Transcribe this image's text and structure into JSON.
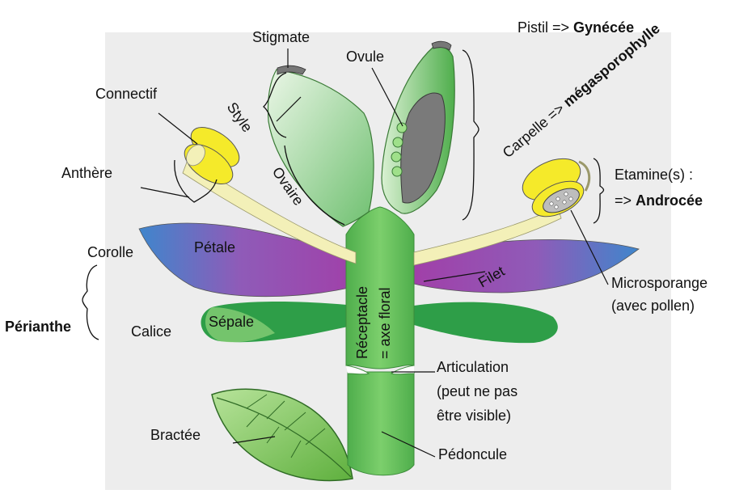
{
  "labels": {
    "stigmate": "Stigmate",
    "ovule": "Ovule",
    "pistil_prefix": "Pistil => ",
    "pistil_bold": "Gynécée",
    "connectif": "Connectif",
    "style": "Style",
    "anthere": "Anthère",
    "ovaire": "Ovaire",
    "carpelle_prefix": "Carpelle => ",
    "carpelle_bold": "mégasporophylle",
    "etamine_line1": "Etamine(s) :",
    "etamine_prefix": "=> ",
    "etamine_bold": "Androcée",
    "corolle": "Corolle",
    "petale": "Pétale",
    "receptacle_line1": "Réceptacle",
    "receptacle_line2": "= axe floral",
    "filet": "Filet",
    "microsporange_line1": "Microsporange",
    "microsporange_line2": "(avec pollen)",
    "perianthe": "Périanthe",
    "calice": "Calice",
    "sepale": "Sépale",
    "articulation_line1": "Articulation",
    "articulation_line2": "(peut ne pas",
    "articulation_line3": "être visible)",
    "bractee": "Bractée",
    "pedoncule": "Pédoncule"
  },
  "colors": {
    "stem_green": "#5fbf5a",
    "sepal_green": "#2e9e48",
    "petal_blue": "#4a82c8",
    "petal_purple": "#9b4fb0",
    "anther_yellow": "#f5ea2a",
    "filament_cream": "#f3f0b8",
    "carpel_light": "#cfe9c8",
    "ovary_grey": "#7a7a7a",
    "leaf_green": "#8ccf5c"
  }
}
